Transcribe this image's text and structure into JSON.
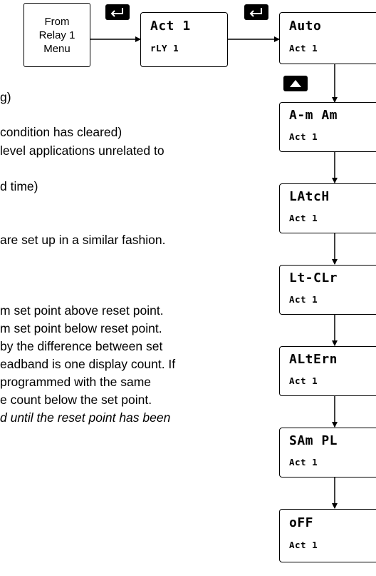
{
  "body_text": {
    "line1": "g)",
    "line2": "condition has cleared)",
    "line3": "level applications unrelated to",
    "line4": "d time)",
    "line5": "are set up in a similar fashion.",
    "line6": "m set point above reset point.",
    "line7": "m set point below reset point.",
    "line8": "by the difference between set",
    "line9": "eadband is one display count. If",
    "line10": "programmed with the same",
    "line11": "e count below the set point.",
    "line12": "d until the reset point has been"
  },
  "diagram": {
    "from_menu_lines": [
      "From",
      "Relay 1",
      "Menu"
    ],
    "act_rly": {
      "line1": "Act  1",
      "line2": "rLY 1"
    },
    "screens": [
      {
        "line1": "Auto",
        "line2": "Act 1"
      },
      {
        "line1": "A-m Am",
        "line2": "Act 1"
      },
      {
        "line1": "LAtcH",
        "line2": "Act 1"
      },
      {
        "line1": "Lt-CLr",
        "line2": "Act 1"
      },
      {
        "line1": "ALtErn",
        "line2": "Act 1"
      },
      {
        "line1": "SAm PL",
        "line2": "Act 1"
      },
      {
        "line1": "oFF",
        "line2": "Act 1"
      }
    ],
    "enter_icon": "enter-key-icon",
    "up_icon": "up-arrow-key-icon"
  }
}
